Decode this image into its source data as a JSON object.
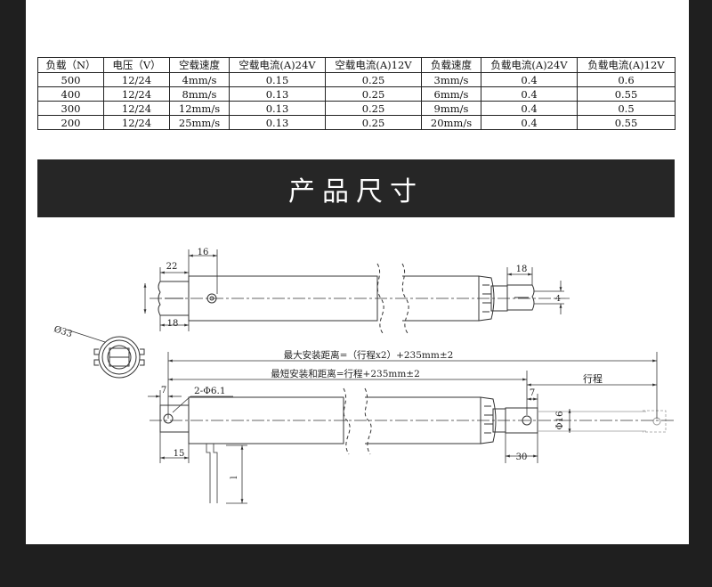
{
  "table": {
    "headers": [
      "负载（N）",
      "电压（V）",
      "空载速度",
      "空载电流(A)24V",
      "空载电流(A)12V",
      "负载速度",
      "负载电流(A)24V",
      "负载电流(A)12V"
    ],
    "rows": [
      [
        "500",
        "12/24",
        "4mm/s",
        "0.15",
        "0.25",
        "3mm/s",
        "0.4",
        "0.6"
      ],
      [
        "400",
        "12/24",
        "8mm/s",
        "0.13",
        "0.25",
        "6mm/s",
        "0.4",
        "0.55"
      ],
      [
        "300",
        "12/24",
        "12mm/s",
        "0.13",
        "0.25",
        "9mm/s",
        "0.4",
        "0.5"
      ],
      [
        "200",
        "12/24",
        "25mm/s",
        "0.13",
        "0.25",
        "20mm/s",
        "0.4",
        "0.55"
      ]
    ]
  },
  "section_title": "产品尺寸",
  "drawing": {
    "top_view": {
      "dim_16": "16",
      "dim_22": "22",
      "dim_18_left": "18",
      "dim_18_right": "18",
      "dim_4": "4"
    },
    "end_view": {
      "diameter": "Ø33"
    },
    "side_view": {
      "max_install": "最大安装距离=（行程x2）+235mm±2",
      "min_install": "最短安装和距离=行程+235mm±2",
      "stroke": "行程",
      "dim_7_left": "7",
      "hole": "2-Φ6.1",
      "dim_7_right": "7",
      "dia_16": "Φ16",
      "dim_15": "15",
      "dim_30": "30",
      "dim_l": "l"
    }
  }
}
